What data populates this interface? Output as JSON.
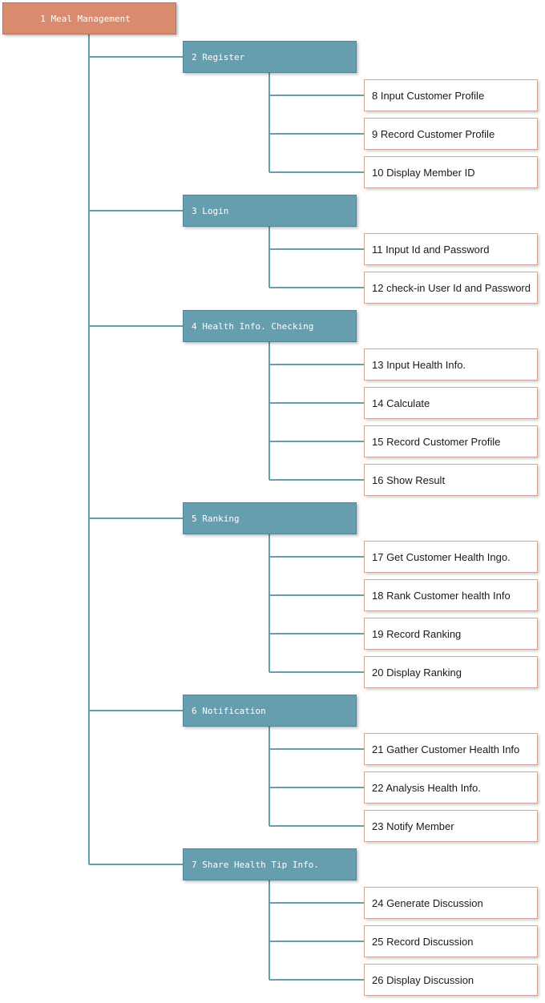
{
  "diagram": {
    "root": {
      "label": "1 Meal Management"
    },
    "categories": [
      {
        "label": "2 Register",
        "children": [
          "8 Input Customer Profile",
          "9 Record Customer Profile",
          "10 Display Member ID"
        ]
      },
      {
        "label": "3 Login",
        "children": [
          "11 Input Id and Password",
          "12 check-in User Id and Password"
        ]
      },
      {
        "label": "4 Health Info. Checking",
        "children": [
          "13 Input Health Info.",
          "14 Calculate",
          "15 Record Customer Profile",
          "16 Show Result"
        ]
      },
      {
        "label": "5 Ranking",
        "children": [
          "17 Get Customer Health Ingo.",
          "18 Rank Customer health Info",
          "19 Record Ranking",
          "20 Display Ranking"
        ]
      },
      {
        "label": "6 Notification",
        "children": [
          "21 Gather Customer Health Info",
          "22 Analysis Health Info.",
          "23 Notify Member"
        ]
      },
      {
        "label": "7 Share Health Tip Info.",
        "children": [
          "24 Generate Discussion",
          "25 Record Discussion",
          "26 Display Discussion"
        ]
      }
    ],
    "colors": {
      "root_fill": "#d98b6f",
      "category_fill": "#669daf",
      "leaf_border": "#d2a595",
      "connector": "#669daf"
    }
  }
}
